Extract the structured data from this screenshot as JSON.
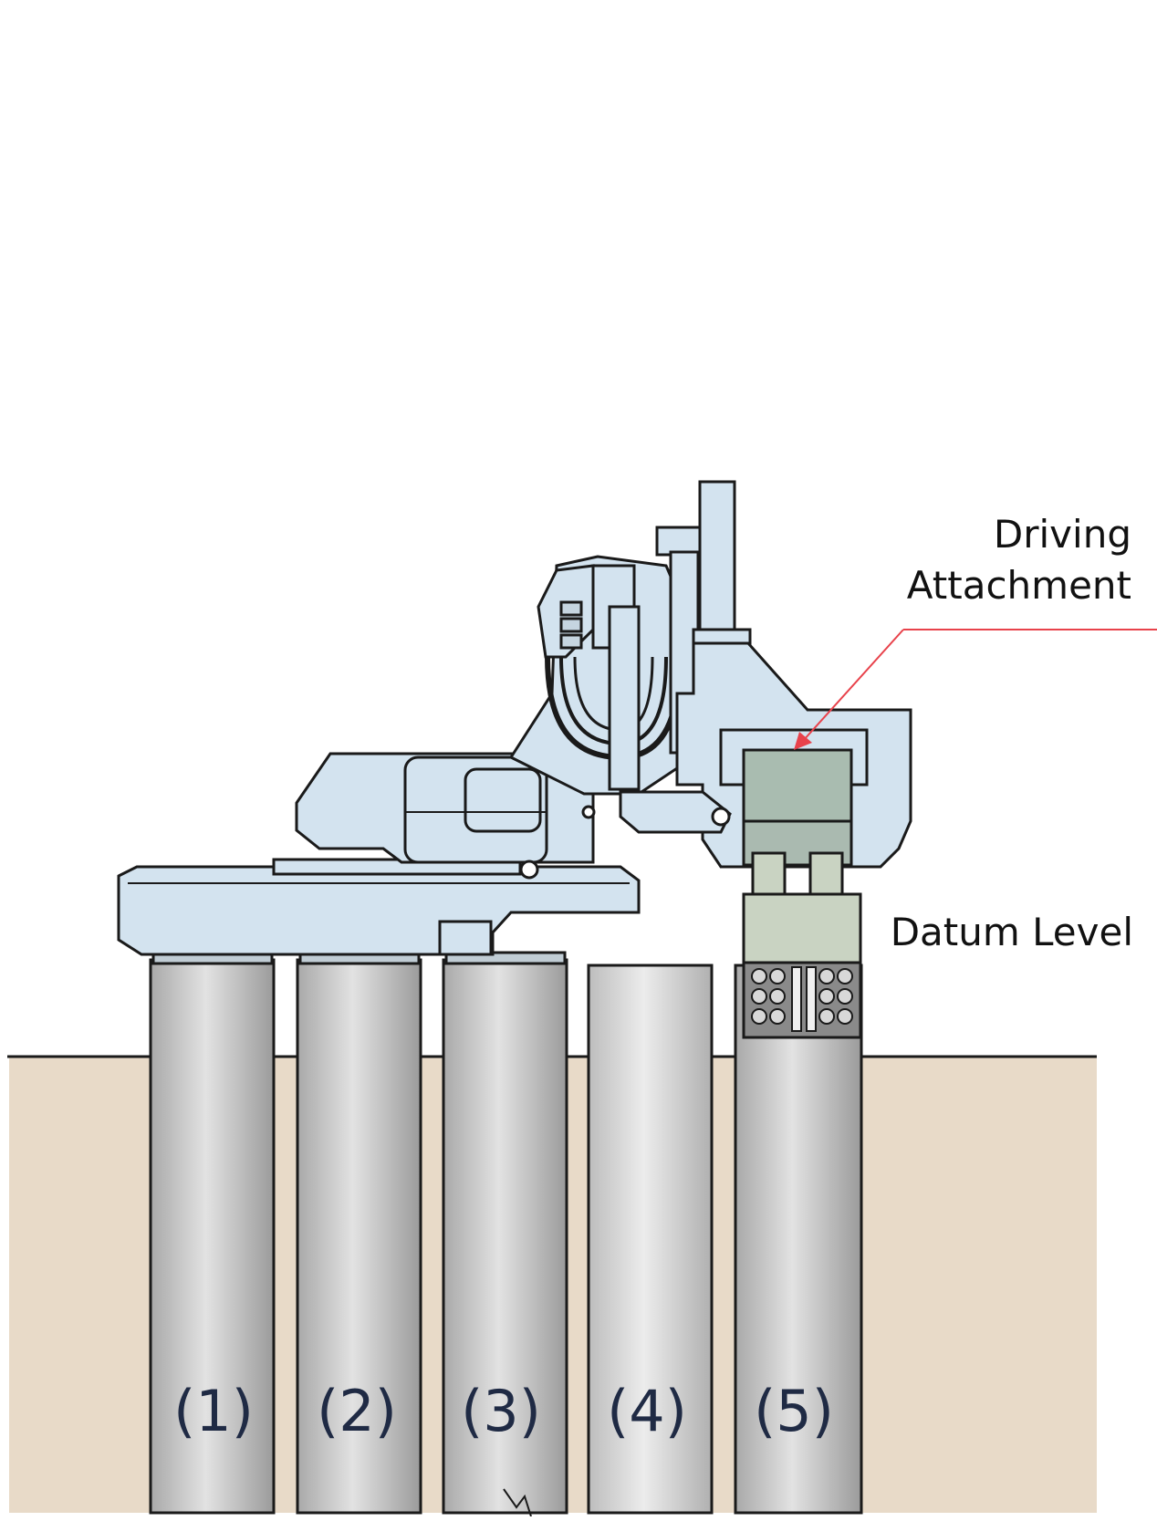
{
  "labels": {
    "driving_attachment_line1": "Driving",
    "driving_attachment_line2": "Attachment",
    "datum_level": "Datum Level"
  },
  "piles": [
    {
      "label": "(1)"
    },
    {
      "label": "(2)"
    },
    {
      "label": "(3)"
    },
    {
      "label": "(4)"
    },
    {
      "label": "(5)"
    }
  ],
  "colors": {
    "ground": "#e8dac8",
    "pile": "#c4c4c4",
    "machine": "#d3e3ef",
    "attachment": "#c9d3c2",
    "leader_line": "#e8424b",
    "outline": "#1a1a1a"
  }
}
